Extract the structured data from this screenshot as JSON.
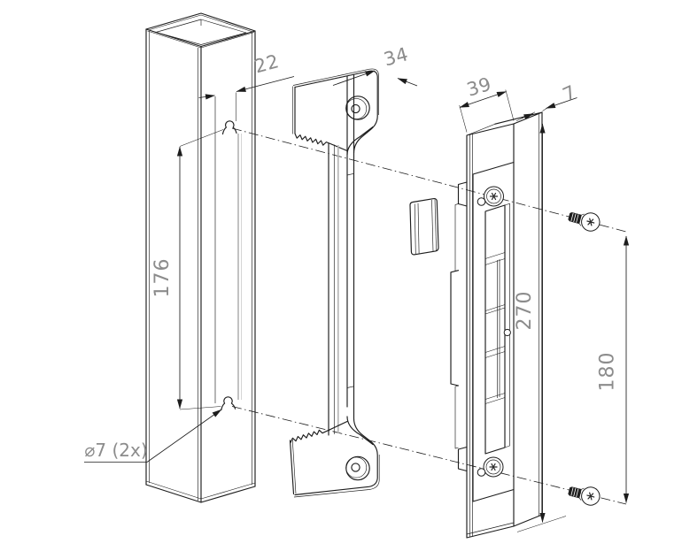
{
  "colors": {
    "line": "#1d1d1d",
    "gray_line": "#b3b3b3",
    "dim_text": "#8c8c8c",
    "background": "#ffffff"
  },
  "dimensions": {
    "post_slot_offset": "22",
    "bracket_depth": "34",
    "plate_width": "39",
    "plate_thickness": "7",
    "slot_spacing": "176",
    "plate_height": "270",
    "screw_spacing": "180",
    "hole_note": "⌀7 (2x)"
  }
}
